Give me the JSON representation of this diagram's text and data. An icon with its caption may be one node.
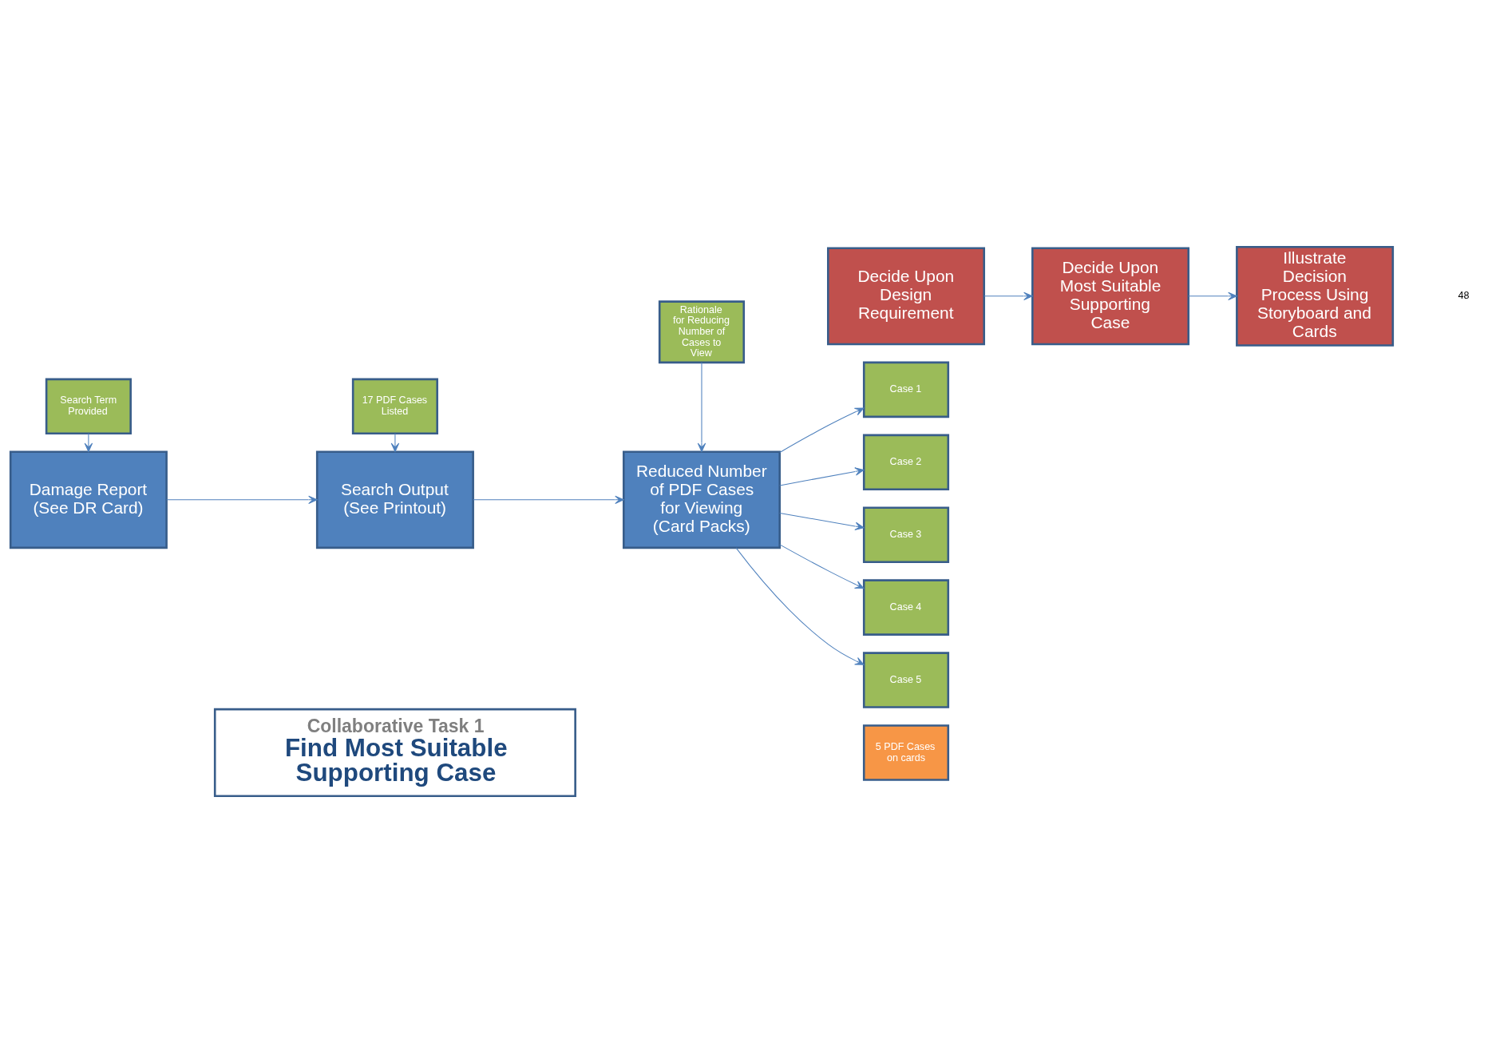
{
  "diagram": {
    "nodes": [
      {
        "text": [
          "Collaborative Task 1",
          "Find Most Suitable Supporting Case"
        ]
      },
      {
        "text": [
          "5 PDF Cases on cards"
        ]
      },
      {
        "text": [
          "Case 1"
        ]
      },
      {
        "text": [
          "Case 2"
        ]
      },
      {
        "text": [
          "Case 3"
        ]
      },
      {
        "text": [
          "Case 4"
        ]
      },
      {
        "text": [
          "Case 5"
        ]
      },
      {
        "text": [
          "Damage Report (See DR Card)"
        ]
      },
      {
        "text": [
          "Search Output (See Printout)"
        ]
      },
      {
        "text": [
          "Reduced Number of PDF Cases for Viewing (Card Packs)"
        ]
      },
      {
        "text": [
          "Search Term Provided"
        ]
      },
      {
        "text": [
          "17 PDF Cases Listed"
        ]
      },
      {
        "text": [
          "Rationale for Reducing Number of Cases to View"
        ]
      },
      {
        "text": [
          "Decide Upon Design Requirement"
        ]
      },
      {
        "text": [
          "Decide Upon Most Suitable Supporting Case"
        ]
      },
      {
        "text": [
          "Illustrate Decision Process Using Storyboard and Cards"
        ]
      }
    ],
    "edges": [
      {
        "from": 7,
        "to": 8,
        "arrow": "to"
      },
      {
        "from": 8,
        "to": 9,
        "arrow": "to"
      },
      {
        "from": 9,
        "to": 2,
        "arrow": "to"
      },
      {
        "from": 9,
        "to": 3,
        "arrow": "to"
      },
      {
        "from": 9,
        "to": 4,
        "arrow": "to"
      },
      {
        "from": 9,
        "to": 5,
        "arrow": "to"
      },
      {
        "from": 9,
        "to": 6,
        "arrow": "to"
      },
      {
        "from": 10,
        "to": 7,
        "arrow": "to"
      },
      {
        "from": 11,
        "to": 8,
        "arrow": "to"
      },
      {
        "from": 12,
        "to": 9,
        "arrow": "to"
      },
      {
        "from": 13,
        "to": 14,
        "arrow": "to"
      },
      {
        "from": 14,
        "to": 15,
        "arrow": "to"
      }
    ],
    "labels": [
      "48"
    ]
  }
}
